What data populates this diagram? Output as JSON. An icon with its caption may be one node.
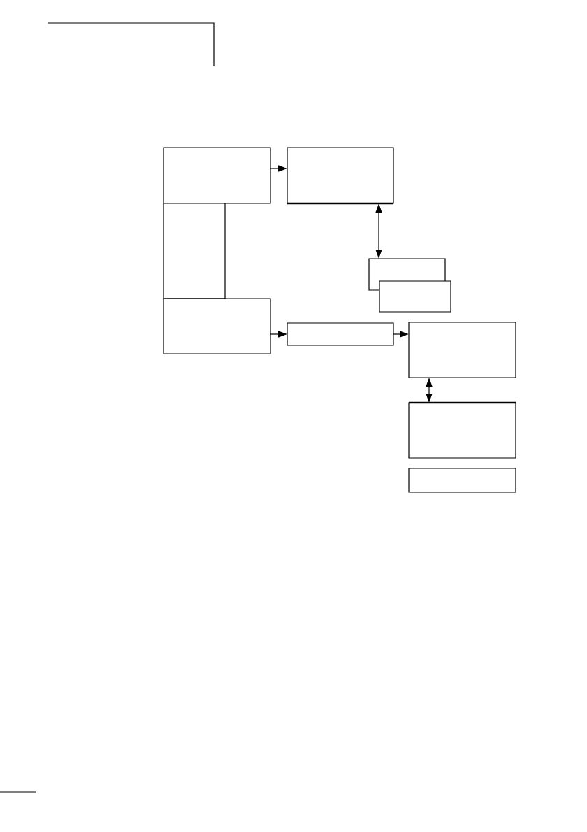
{
  "diagram": {
    "nodes": [
      {
        "text": [],
        "shape": "box"
      },
      {
        "text": [],
        "shape": "box"
      },
      {
        "text": [],
        "shape": "box"
      },
      {
        "text": [],
        "shape": "box"
      },
      {
        "text": [],
        "shape": "box"
      },
      {
        "text": [],
        "shape": "box"
      },
      {
        "text": [],
        "shape": "box"
      },
      {
        "text": [],
        "shape": "box"
      },
      {
        "text": [],
        "shape": "box"
      },
      {
        "text": [],
        "shape": "box"
      }
    ],
    "edges": [
      {
        "from": 0,
        "to": 1,
        "arrow": "to"
      },
      {
        "from": 1,
        "to": 3,
        "arrow": "both"
      },
      {
        "from": 5,
        "to": 6,
        "arrow": "to"
      },
      {
        "from": 6,
        "to": 7,
        "arrow": "to"
      },
      {
        "from": 7,
        "to": 8,
        "arrow": "both"
      }
    ]
  }
}
